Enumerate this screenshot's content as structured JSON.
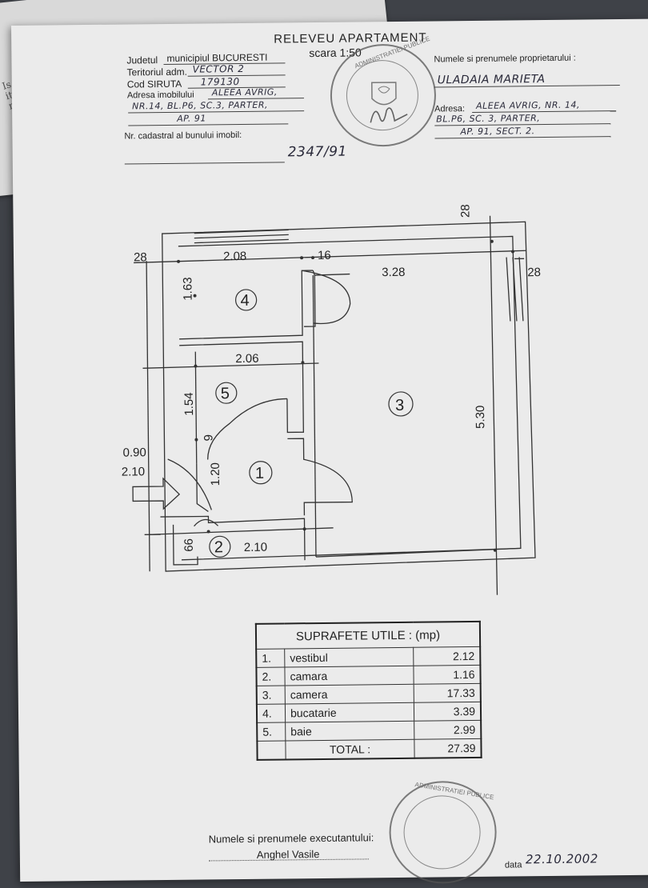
{
  "header": {
    "title": "RELEVEU APARTAMENT",
    "scale_label": "scara 1:50",
    "judetul_label": "Judetul",
    "judetul_value": "municipiul BUCURESTI",
    "teritoriul_label": "Teritoriul adm.",
    "teritoriul_value": "VECTOR 2",
    "siruta_label": "Cod SIRUTA",
    "siruta_value": "179130",
    "adresa_label": "Adresa imobilului",
    "adresa_line1": "ALEEA AVRIG,",
    "adresa_line2": "NR.14, BL.P6, SC.3, PARTER,",
    "adresa_line3": "AP. 91",
    "cadastral_label": "Nr. cadastral al bunului imobil:",
    "cadastral_value": "2347/91",
    "proprietar_label": "Numele si prenumele proprietarului :",
    "proprietar_value": "ULADAIA MARIETA",
    "adresa2_label": "Adresa:",
    "adresa2_line1": "ALEEA AVRIG, NR. 14,",
    "adresa2_line2": "BL.P6, SC. 3, PARTER,",
    "adresa2_line3": "AP. 91, SECT. 2."
  },
  "under_paper_text": [
    "Is",
    "it",
    "re-cu"
  ],
  "plan": {
    "dimensions": {
      "top_left": "28",
      "top_right": "28",
      "right_wall": "28",
      "r4_width": "2.08",
      "gap": "16",
      "r3_width": "3.28",
      "r4_height": "1.63",
      "r5_width": "2.06",
      "r5_height": "1.54",
      "r3_height": "5.30",
      "door_width": "0.90",
      "door_height": "2.10",
      "r1_height": "1.20",
      "r1_gap": "9",
      "r2_height": "66",
      "r2_width": "2.10"
    },
    "rooms": [
      "1",
      "2",
      "3",
      "4",
      "5"
    ]
  },
  "table": {
    "title": "SUPRAFETE UTILE : (mp)",
    "rows": [
      {
        "n": "1.",
        "name": "vestibul",
        "value": "2.12"
      },
      {
        "n": "2.",
        "name": "camara",
        "value": "1.16"
      },
      {
        "n": "3.",
        "name": "camera",
        "value": "17.33"
      },
      {
        "n": "4.",
        "name": "bucatarie",
        "value": "3.39"
      },
      {
        "n": "5.",
        "name": "baie",
        "value": "2.99"
      }
    ],
    "total_label": "TOTAL :",
    "total_value": "27.39"
  },
  "footer": {
    "executant_label": "Numele si prenumele executantului:",
    "executant_value": "Anghel Vasile",
    "data_label": "data",
    "data_value": "22.10.2002"
  },
  "stamps": {
    "top_text": "ADMINISTRATIEI PUBLICE",
    "bottom_text": "ADMINISTRATIEI PUBLICE"
  }
}
